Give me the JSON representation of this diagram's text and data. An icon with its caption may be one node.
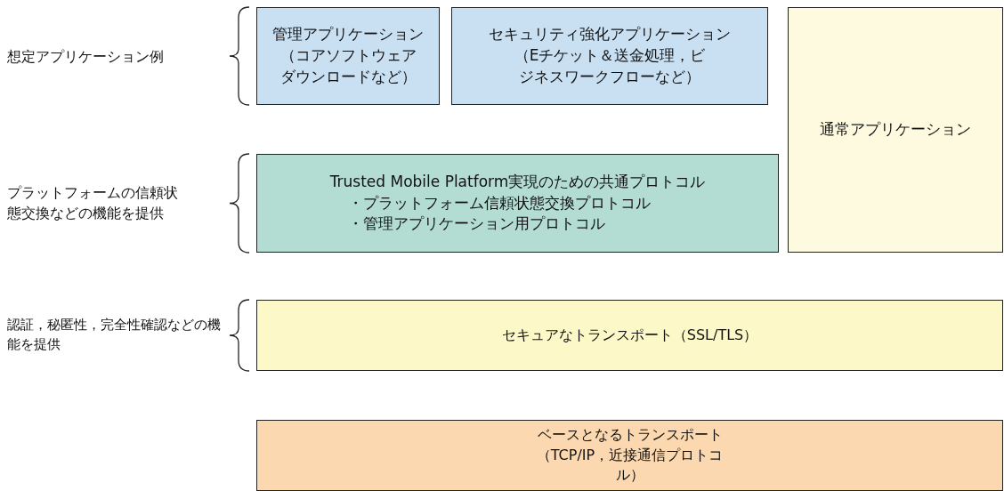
{
  "diagram": {
    "nodes": [
      {
        "text": [
          "管理アプリケーション",
          "（コアソフトウェアダウンロードなど）"
        ]
      },
      {
        "text": [
          "セキュリティ強化アプリケーション",
          "（Eチケット＆送金処理，ビジネスワークフローなど）"
        ]
      },
      {
        "text": [
          "通常アプリケーション"
        ]
      },
      {
        "text": [
          "Trusted Mobile Platform実現のための共通プロトコル",
          "・プラットフォーム信頼状態交換プロトコル",
          "・管理アプリケーション用プロトコル"
        ]
      },
      {
        "text": [
          "セキュアなトランスポート（SSL/TLS）"
        ]
      },
      {
        "text": [
          "ベースとなるトランスポート（TCP/IP，近接通信プロトコル）"
        ]
      }
    ],
    "edges": [],
    "labels": [
      "想定アプリケーション例",
      "プラットフォームの信頼状態交換などの機能を提供",
      "認証，秘匿性，完全性確認などの機能を提供"
    ]
  }
}
